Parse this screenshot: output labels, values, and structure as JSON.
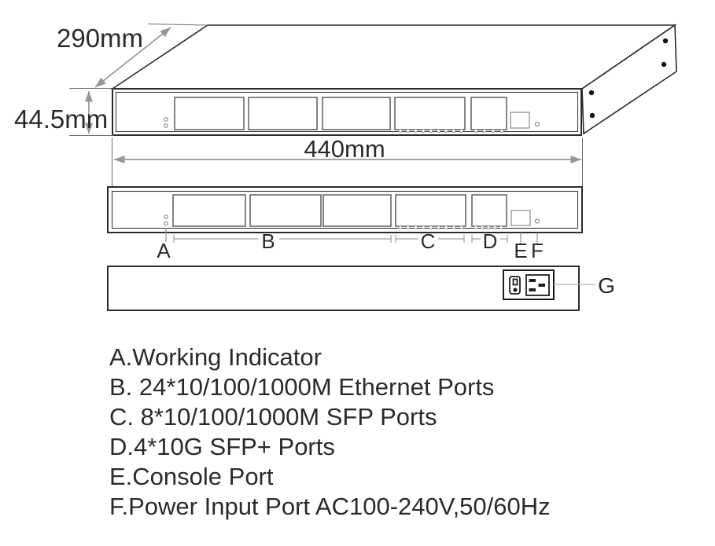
{
  "dimensions": {
    "depth_label": "290mm",
    "height_label": "44.5mm",
    "width_label": "440mm"
  },
  "callouts": {
    "a": "A",
    "b": "B",
    "c": "C",
    "d": "D",
    "e": "E",
    "f": "F",
    "g": "G"
  },
  "legend": {
    "items": [
      {
        "text": "A.Working Indicator"
      },
      {
        "text": "B. 24*10/100/1000M Ethernet Ports"
      },
      {
        "text": "C. 8*10/100/1000M SFP Ports"
      },
      {
        "text": "D.4*10G SFP+ Ports"
      },
      {
        "text": "E.Console Port"
      },
      {
        "text": "F.Power Input Port AC100-240V,50/60Hz"
      }
    ]
  },
  "colors": {
    "line": "#2b2b2b",
    "block": "#515151",
    "dimension": "#979797",
    "bracket": "#ababab",
    "text": "#2b2b2b",
    "leader": "#b5b5b5"
  }
}
